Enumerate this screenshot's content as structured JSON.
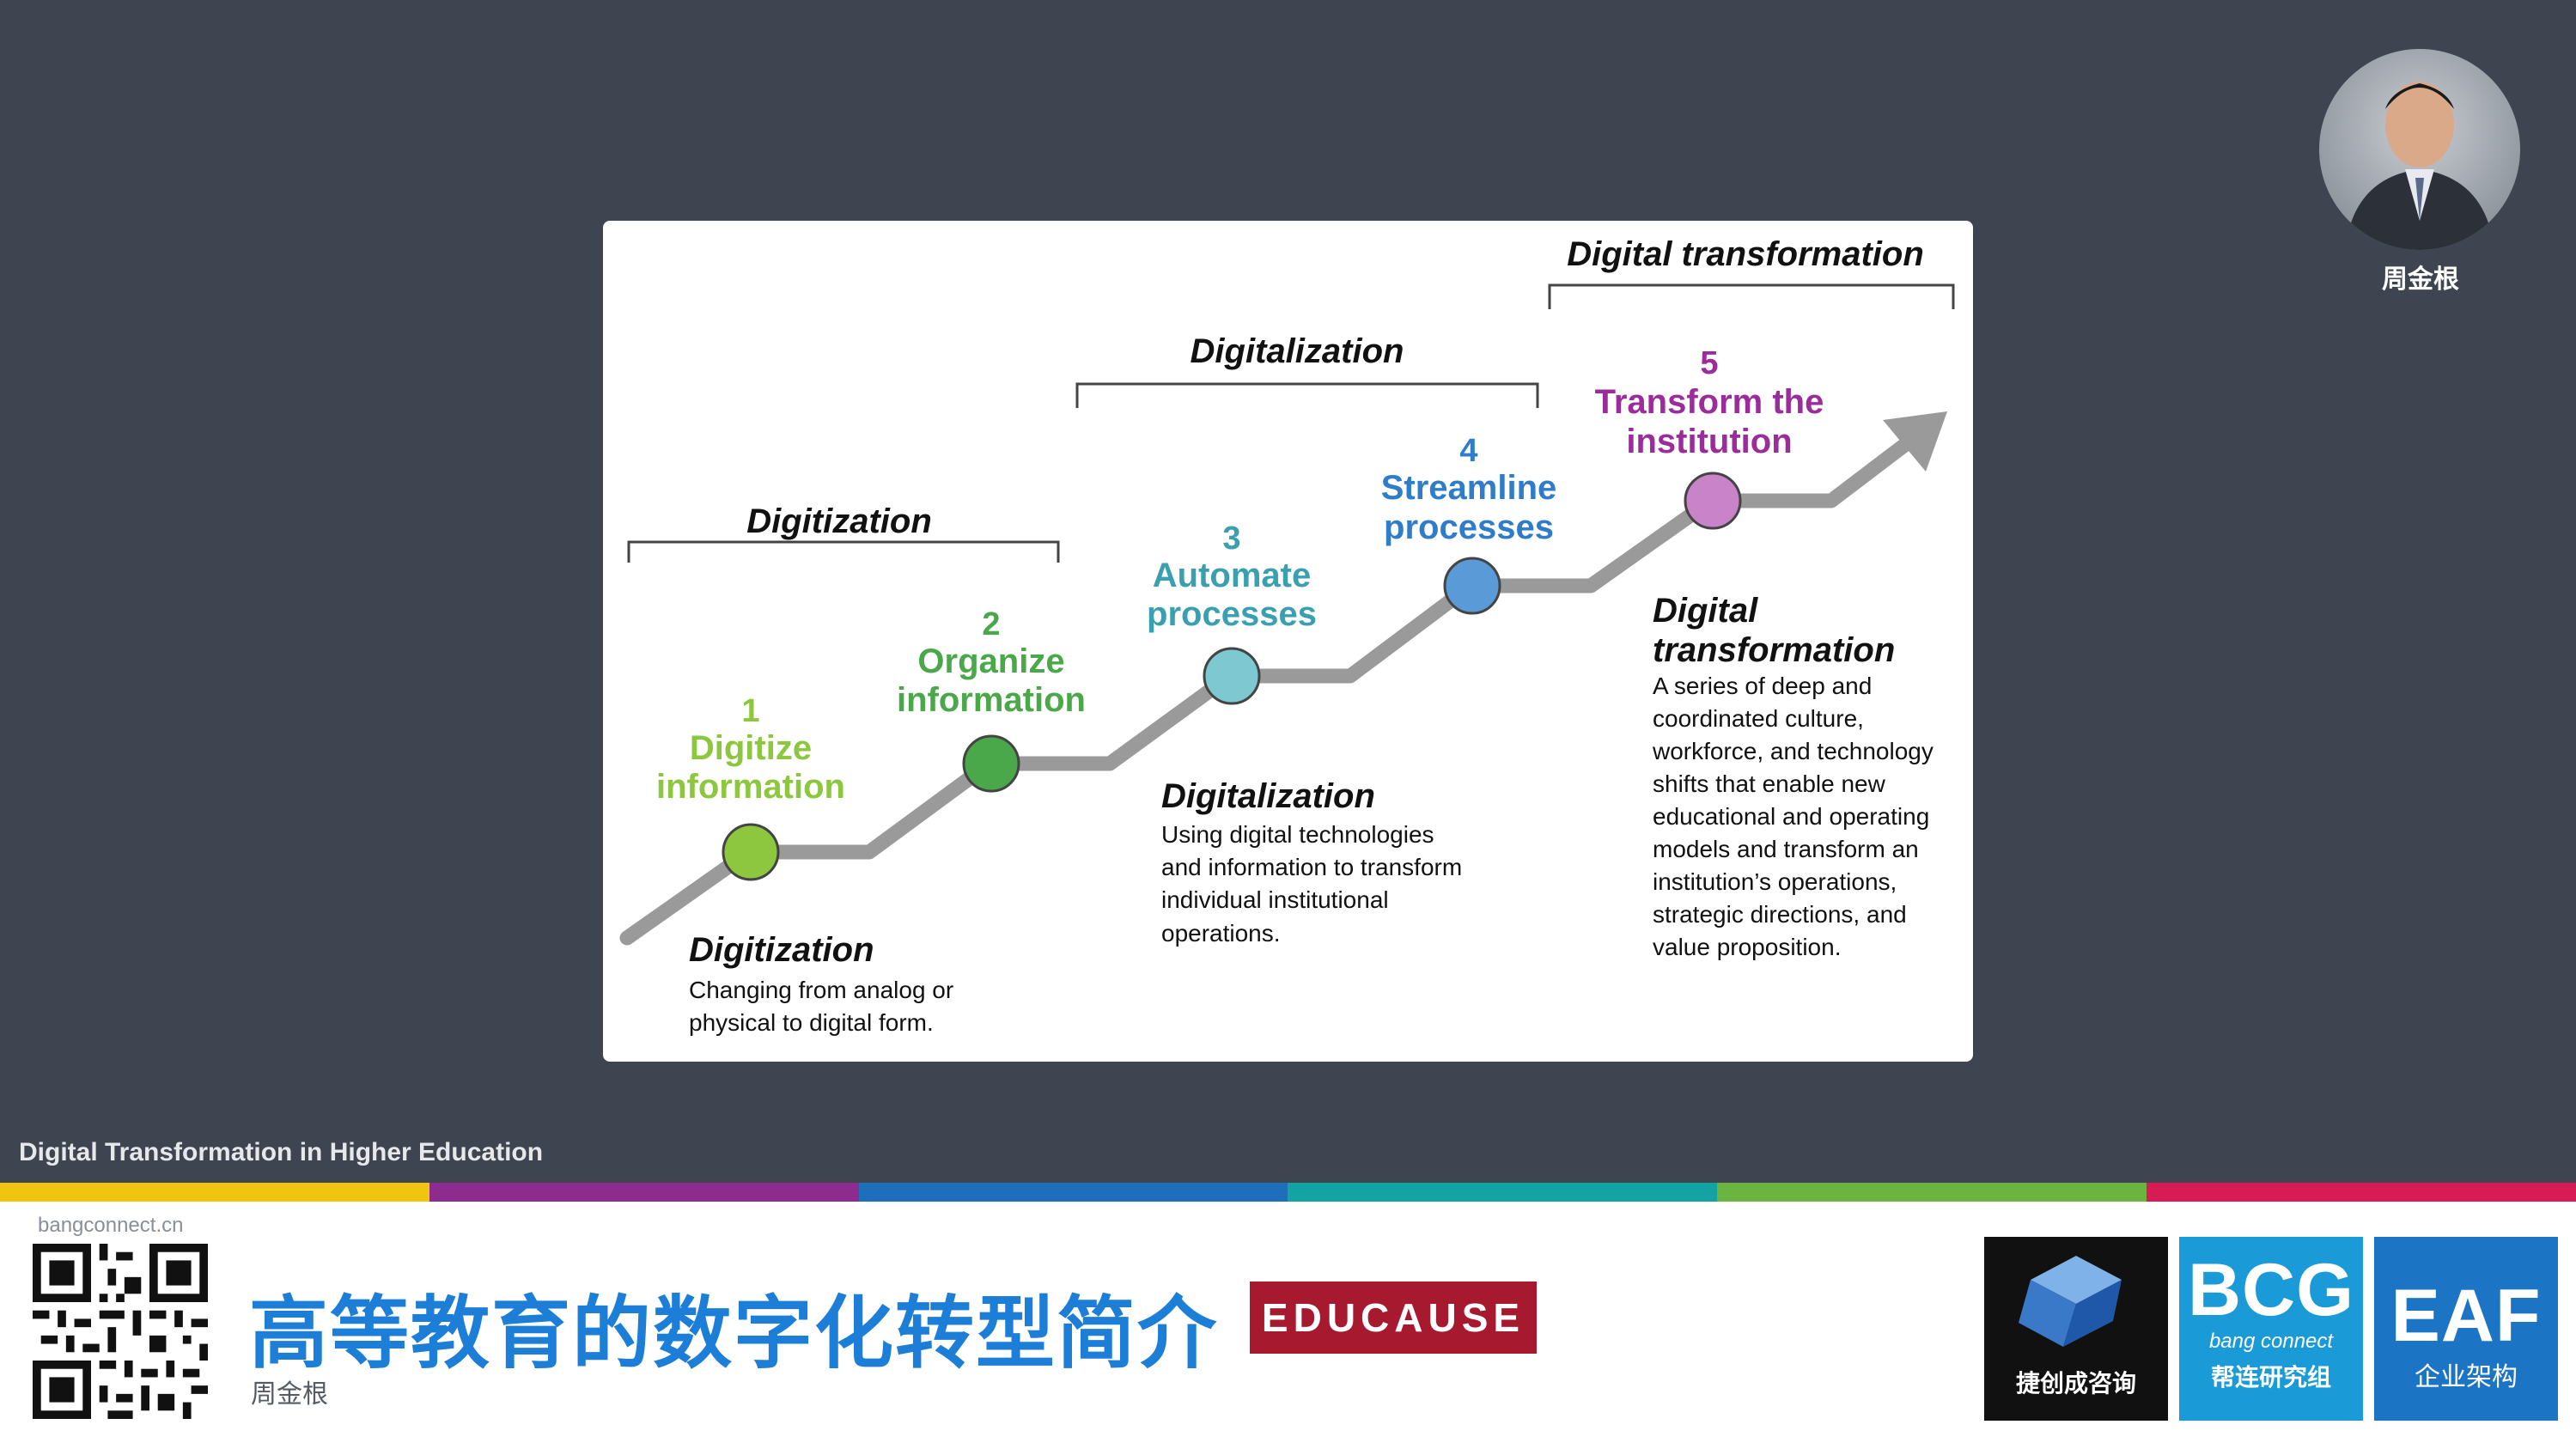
{
  "presenter": {
    "name": "周金根"
  },
  "diagram": {
    "brackets": {
      "digitization": "Digitization",
      "digitalization": "Digitalization",
      "transformation": "Digital transformation"
    },
    "steps": [
      {
        "num": "1",
        "line1": "Digitize",
        "line2": "information",
        "color": "#8dc63f"
      },
      {
        "num": "2",
        "line1": "Organize",
        "line2": "information",
        "color": "#4aa84a"
      },
      {
        "num": "3",
        "line1": "Automate",
        "line2": "processes",
        "color": "#3aa0b0"
      },
      {
        "num": "4",
        "line1": "Streamline",
        "line2": "processes",
        "color": "#2f7dc8"
      },
      {
        "num": "5",
        "line1": "Transform the",
        "line2": "institution",
        "color": "#9b2d9b"
      }
    ],
    "definitions": {
      "digitization": {
        "title": "Digitization",
        "lines": [
          "Changing from analog or",
          "physical  to digital form."
        ]
      },
      "digitalization": {
        "title": "Digitalization",
        "lines": [
          "Using digital technologies",
          "and information to transform",
          "individual institutional",
          "operations."
        ]
      },
      "transformation": {
        "title1": "Digital",
        "title2": "transformation",
        "lines": [
          "A series of deep and",
          "coordinated culture,",
          "workforce, and technology",
          "shifts that enable new",
          "educational and operating",
          "models and transform an",
          "institution’s operations,",
          "strategic directions, and",
          "value proposition."
        ]
      }
    }
  },
  "footer": {
    "subtitle": "Digital Transformation in Higher Education",
    "site": "bangconnect.cn",
    "title": "高等教育的数字化转型简介",
    "author": "周金根",
    "educause": "EDUCAUSE",
    "logos": {
      "jc_label": "捷创成咨询",
      "bcg_big": "BCG",
      "bcg_en": "bang connect",
      "bcg_cn": "帮连研究组",
      "eaf_big": "EAF",
      "eaf_cn": "企业架构"
    },
    "stripe_colors": [
      "#f1c40f",
      "#8e2b8f",
      "#1c6fb8",
      "#13a3a3",
      "#6bb43f",
      "#d81b55"
    ]
  },
  "colors": {
    "background": "#3e4450",
    "path_gray": "#9a9a9a"
  }
}
